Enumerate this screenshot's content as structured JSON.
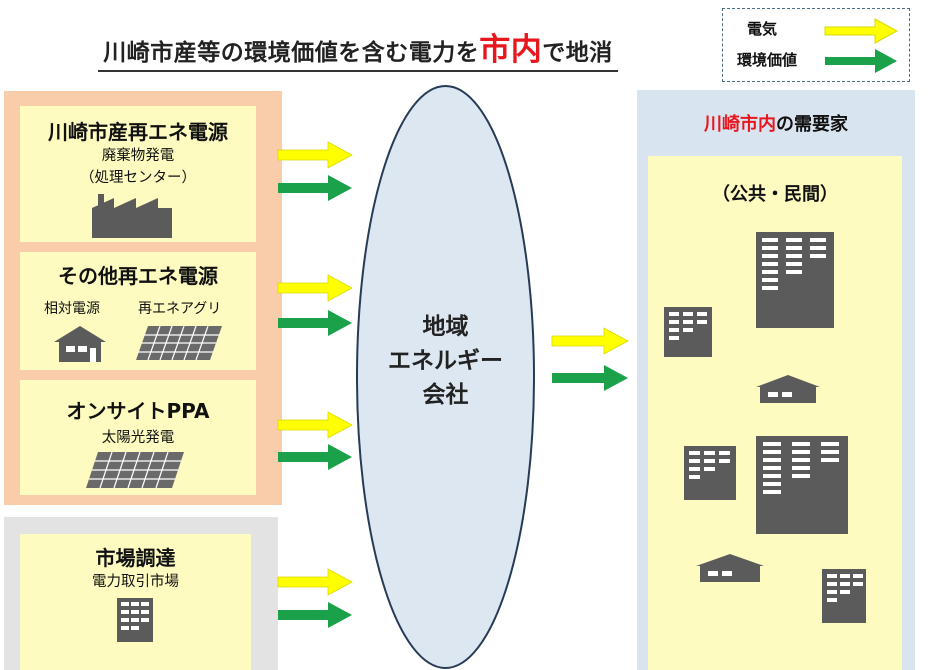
{
  "title": {
    "prefix": "川崎市産等の環境価値を含む電力を",
    "highlight": "市内",
    "suffix": "で地消"
  },
  "legend": {
    "electricity": "電気",
    "env_value": "環境価値"
  },
  "colors": {
    "electricity_arrow": "#ffff00",
    "env_value_arrow": "#1aa14a",
    "accent_red": "#e8171e",
    "left_panel": "#f9ccaa",
    "box_fill": "#fdfbbf",
    "right_panel": "#d9e4f1",
    "ellipse": "#dce7f2",
    "building": "#5b5b5b"
  },
  "sources": {
    "kawasaki": {
      "title": "川崎市産再エネ電源",
      "sub1": "廃棄物発電",
      "sub2": "（処理センター）"
    },
    "other": {
      "title": "その他再エネ電源",
      "label1": "相対電源",
      "label2": "再エネアグリ"
    },
    "onsite": {
      "title": "オンサイトPPA",
      "sub": "太陽光発電"
    },
    "market": {
      "title": "市場調達",
      "sub": "電力取引市場"
    }
  },
  "center": {
    "line1": "地域",
    "line2": "エネルギー",
    "line3": "会社"
  },
  "consumers": {
    "title_red": "川崎市内",
    "title_rest": "の需要家",
    "sub": "（公共・民間）"
  }
}
